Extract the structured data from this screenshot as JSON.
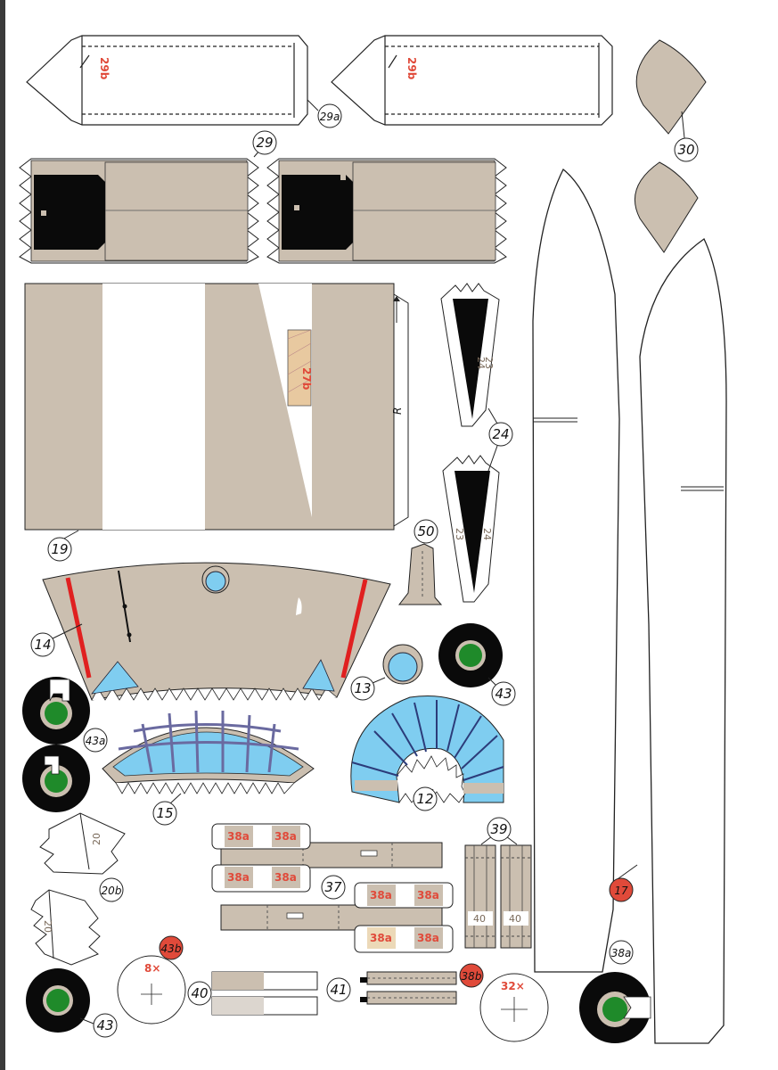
{
  "colors": {
    "tan": "#cbbfb0",
    "black": "#0a0a0a",
    "sky": "#7fcdf0",
    "red": "#e02020",
    "green": "#1f8a2a",
    "label_red": "#e04a3a",
    "outline": "#222222"
  },
  "labels": {
    "p29a": "29a",
    "p29": "29",
    "p29b": "29b",
    "p30": "30",
    "p19": "19",
    "p24": "24",
    "p50": "50",
    "p14": "14",
    "p13": "13",
    "p43_top": "43",
    "p43a": "43a",
    "p15": "15",
    "p12": "12",
    "p20": "20",
    "p20b": "20b",
    "p39": "39",
    "p37": "37",
    "p38a": "38a",
    "p38a_circle": "38a",
    "p17": "17",
    "p43b": "43b",
    "p40": "40",
    "p41": "41",
    "p38b": "38b",
    "p43_bottom": "43",
    "p27b": "27b",
    "p23": "23",
    "p24_inner": "24",
    "p40_inner": "40",
    "r_mark": "R",
    "count_8x": "8×",
    "count_32x": "32×"
  }
}
